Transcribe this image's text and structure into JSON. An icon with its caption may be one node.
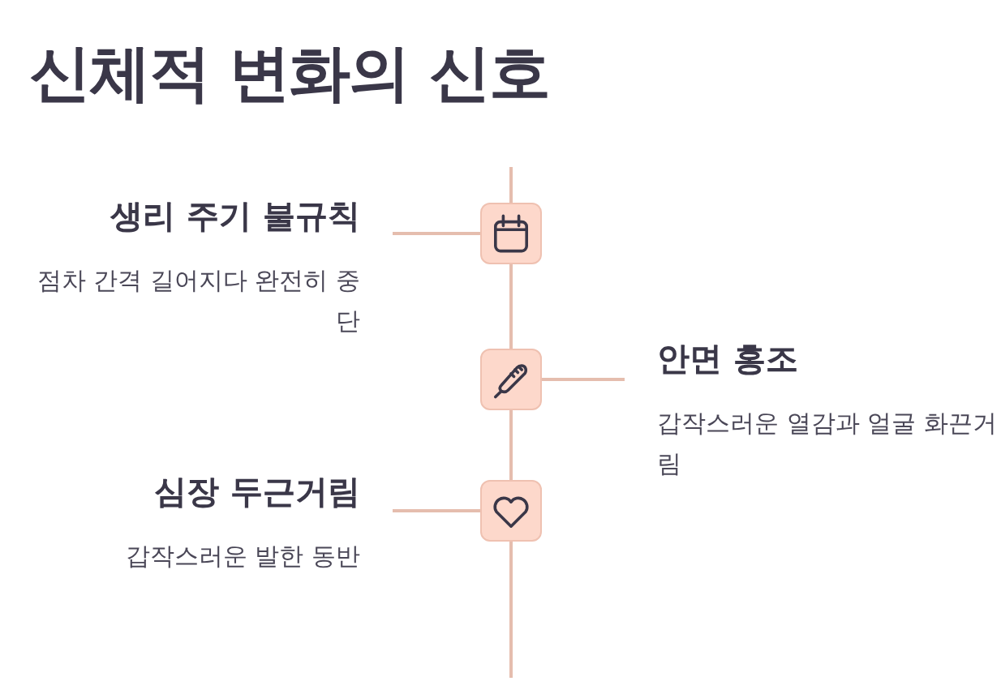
{
  "diagram": {
    "title": "신체적 변화의 신호",
    "nodes": [
      {
        "text": [
          "생리 주기 불규칙",
          "점차 간격 길어지다 완전히 중단"
        ]
      },
      {
        "text": [],
        "shape": "box"
      },
      {
        "text": [],
        "shape": "box"
      },
      {
        "text": [
          "안면 홍조",
          "갑작스러운 열감과 얼굴 화끈거림"
        ]
      },
      {
        "text": [
          "심장 두근거림",
          "갑작스러운 발한 동반"
        ]
      },
      {
        "text": [],
        "shape": "box"
      }
    ],
    "edges": [
      {
        "from": 0,
        "to": 1,
        "arrow": "none"
      },
      {
        "from": 3,
        "to": 2,
        "arrow": "none"
      },
      {
        "from": 4,
        "to": 5,
        "arrow": "none"
      },
      {
        "from": null,
        "to": 1,
        "arrow": "none"
      },
      {
        "from": 1,
        "to": 2,
        "arrow": "none"
      },
      {
        "from": 2,
        "to": 5,
        "arrow": "none"
      },
      {
        "from": 5,
        "to": null,
        "arrow": "none"
      }
    ]
  }
}
